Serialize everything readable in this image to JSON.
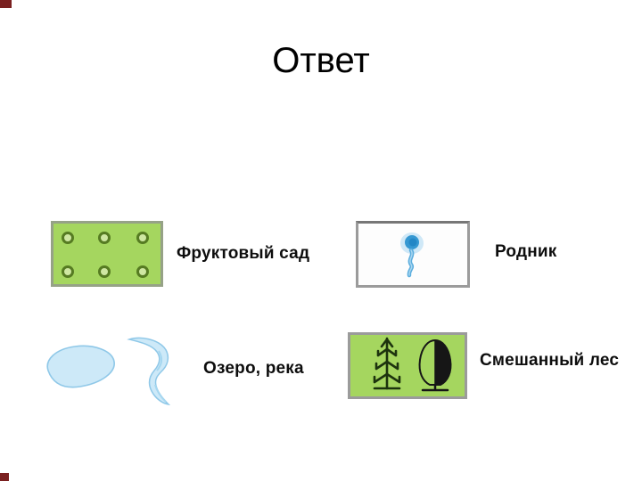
{
  "slide": {
    "title": "Ответ",
    "background": "#ffffff"
  },
  "legend_items": [
    {
      "label": "Фруктовый сад",
      "icon": "orchard-symbol"
    },
    {
      "label": "Родник",
      "icon": "spring-symbol"
    },
    {
      "label": "Озеро, река",
      "icon": "lake-river-symbol"
    },
    {
      "label": "Смешанный лес",
      "icon": "mixed-forest-symbol"
    }
  ],
  "colors": {
    "vegetation_green": "#a5d65f",
    "symbol_border_gray": "#9b9b9b",
    "orchard_ring_green": "#567b22",
    "water_fill": "#cde9f8",
    "water_outline": "#8fc8e8",
    "spring_blue": "#3598d2",
    "tree_dark": "#1d330e",
    "label_text": "#0d0d0d",
    "corner_decoration": "#7a2020"
  }
}
